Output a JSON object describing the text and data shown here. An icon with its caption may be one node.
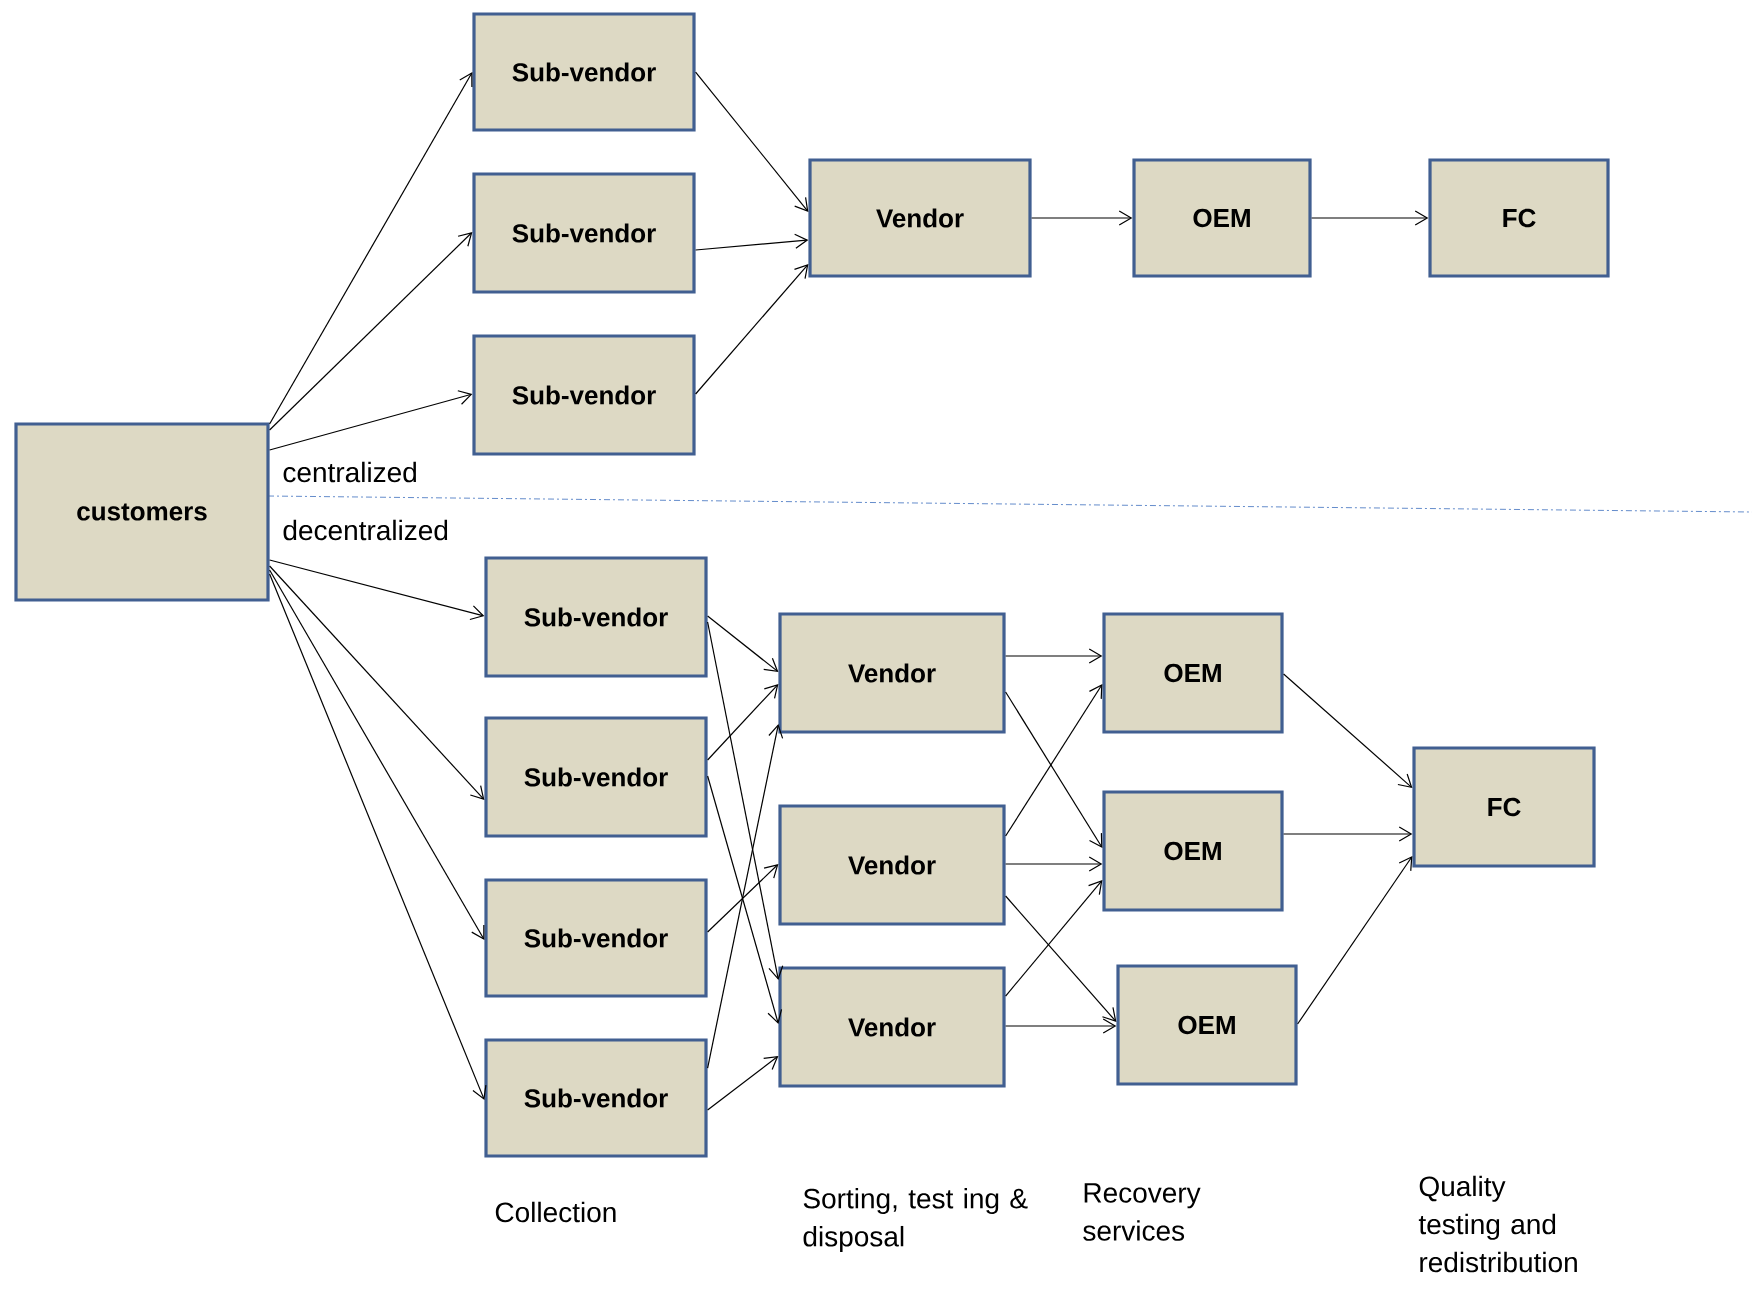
{
  "diagram": {
    "nodes": [
      {
        "text": [
          "customers"
        ]
      },
      {
        "text": [
          "Sub-vendor"
        ]
      },
      {
        "text": [
          "Sub-vendor"
        ]
      },
      {
        "text": [
          "Sub-vendor"
        ]
      },
      {
        "text": [
          "Vendor"
        ]
      },
      {
        "text": [
          "OEM"
        ]
      },
      {
        "text": [
          "FC"
        ]
      },
      {
        "text": [
          "Sub-vendor"
        ]
      },
      {
        "text": [
          "Sub-vendor"
        ]
      },
      {
        "text": [
          "Sub-vendor"
        ]
      },
      {
        "text": [
          "Sub-vendor"
        ]
      },
      {
        "text": [
          "Vendor"
        ]
      },
      {
        "text": [
          "Vendor"
        ]
      },
      {
        "text": [
          "Vendor"
        ]
      },
      {
        "text": [
          "OEM"
        ]
      },
      {
        "text": [
          "OEM"
        ]
      },
      {
        "text": [
          "OEM"
        ]
      },
      {
        "text": [
          "FC"
        ]
      }
    ],
    "edges": [
      {
        "from": 0,
        "to": 1,
        "arrow": "to"
      },
      {
        "from": 0,
        "to": 2,
        "arrow": "to"
      },
      {
        "from": 0,
        "to": 3,
        "arrow": "to"
      },
      {
        "from": 1,
        "to": 4,
        "arrow": "to"
      },
      {
        "from": 2,
        "to": 4,
        "arrow": "to"
      },
      {
        "from": 3,
        "to": 4,
        "arrow": "to"
      },
      {
        "from": 4,
        "to": 5,
        "arrow": "to"
      },
      {
        "from": 5,
        "to": 6,
        "arrow": "to"
      },
      {
        "from": 0,
        "to": 7,
        "arrow": "to"
      },
      {
        "from": 0,
        "to": 8,
        "arrow": "to"
      },
      {
        "from": 0,
        "to": 9,
        "arrow": "to"
      },
      {
        "from": 0,
        "to": 10,
        "arrow": "to"
      },
      {
        "from": 7,
        "to": 11,
        "arrow": "to"
      },
      {
        "from": 7,
        "to": 13,
        "arrow": "to"
      },
      {
        "from": 8,
        "to": 11,
        "arrow": "to"
      },
      {
        "from": 8,
        "to": 13,
        "arrow": "to"
      },
      {
        "from": 9,
        "to": 12,
        "arrow": "to"
      },
      {
        "from": 10,
        "to": 11,
        "arrow": "to"
      },
      {
        "from": 10,
        "to": 13,
        "arrow": "to"
      },
      {
        "from": 11,
        "to": 14,
        "arrow": "to"
      },
      {
        "from": 11,
        "to": 15,
        "arrow": "to"
      },
      {
        "from": 12,
        "to": 14,
        "arrow": "to"
      },
      {
        "from": 12,
        "to": 15,
        "arrow": "to"
      },
      {
        "from": 12,
        "to": 16,
        "arrow": "to"
      },
      {
        "from": 13,
        "to": 15,
        "arrow": "to"
      },
      {
        "from": 13,
        "to": 16,
        "arrow": "to"
      },
      {
        "from": 14,
        "to": 17,
        "arrow": "to"
      },
      {
        "from": 15,
        "to": 17,
        "arrow": "to"
      },
      {
        "from": 16,
        "to": 17,
        "arrow": "to"
      }
    ],
    "labels": [
      "centralized",
      "decentralized",
      "Collection",
      "Sorting, test ing & disposal",
      "Recovery services",
      "Quality testing and redistribution"
    ]
  }
}
